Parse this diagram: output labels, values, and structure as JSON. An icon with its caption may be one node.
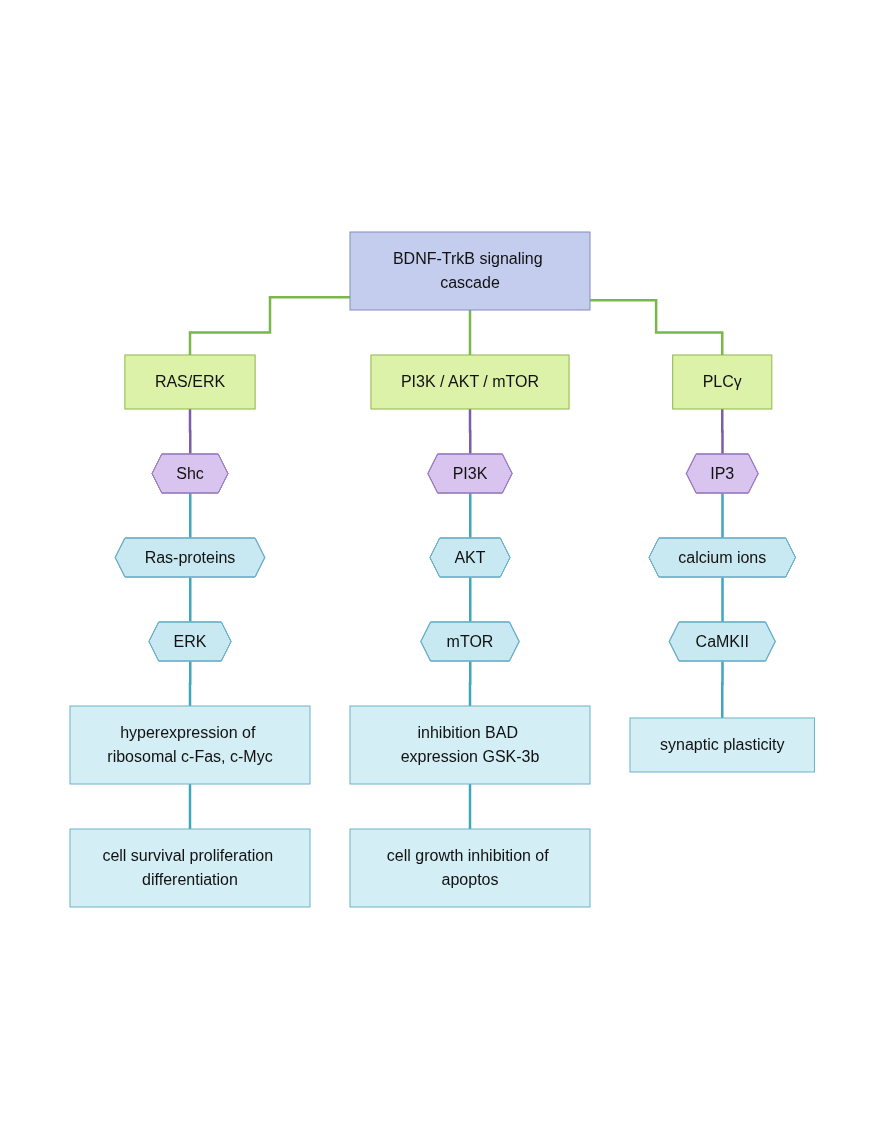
{
  "diagram": {
    "nodes": [
      {
        "text": [
          "BDNF-TrkB signaling cascade"
        ]
      },
      {
        "text": [
          "RAS/ERK"
        ]
      },
      {
        "text": [
          "PI3K / AKT / mTOR"
        ]
      },
      {
        "text": [
          "PLCγ"
        ]
      },
      {
        "text": [
          "Shc"
        ]
      },
      {
        "text": [
          "PI3K"
        ]
      },
      {
        "text": [
          "IP3"
        ]
      },
      {
        "text": [
          "Ras-proteins"
        ]
      },
      {
        "text": [
          "AKT"
        ]
      },
      {
        "text": [
          "calcium ions"
        ]
      },
      {
        "text": [
          "ERK"
        ]
      },
      {
        "text": [
          "mTOR"
        ]
      },
      {
        "text": [
          "CaMKII"
        ]
      },
      {
        "text": [
          "hyperexpression of ribosomal c-Fas, c-Myc"
        ]
      },
      {
        "text": [
          "inhibition BAD expression GSK-3b"
        ]
      },
      {
        "text": [
          "synaptic plasticity"
        ]
      },
      {
        "text": [
          "cell survival proliferation differentiation"
        ]
      },
      {
        "text": [
          "cell growth inhibition of apoptos"
        ]
      }
    ],
    "edges": [
      {
        "from": 0,
        "to": 1,
        "arrow": "none",
        "color": "#7ab648"
      },
      {
        "from": 0,
        "to": 2,
        "arrow": "none",
        "color": "#7ab648"
      },
      {
        "from": 0,
        "to": 3,
        "arrow": "none",
        "color": "#7ab648"
      },
      {
        "from": 1,
        "to": 4,
        "arrow": "none",
        "color": "#7a5ea8"
      },
      {
        "from": 2,
        "to": 5,
        "arrow": "none",
        "color": "#7a5ea8"
      },
      {
        "from": 3,
        "to": 6,
        "arrow": "none",
        "color": "#7a5ea8"
      },
      {
        "from": 4,
        "to": 7,
        "arrow": "none"
      },
      {
        "from": 5,
        "to": 8,
        "arrow": "none"
      },
      {
        "from": 6,
        "to": 9,
        "arrow": "none"
      },
      {
        "from": 7,
        "to": 10,
        "arrow": "none"
      },
      {
        "from": 8,
        "to": 11,
        "arrow": "none"
      },
      {
        "from": 9,
        "to": 12,
        "arrow": "none"
      },
      {
        "from": 10,
        "to": 13,
        "arrow": "none"
      },
      {
        "from": 11,
        "to": 14,
        "arrow": "none"
      },
      {
        "from": 12,
        "to": 15,
        "arrow": "none"
      },
      {
        "from": 13,
        "to": 16,
        "arrow": "none"
      },
      {
        "from": 14,
        "to": 17,
        "arrow": "none"
      }
    ]
  }
}
